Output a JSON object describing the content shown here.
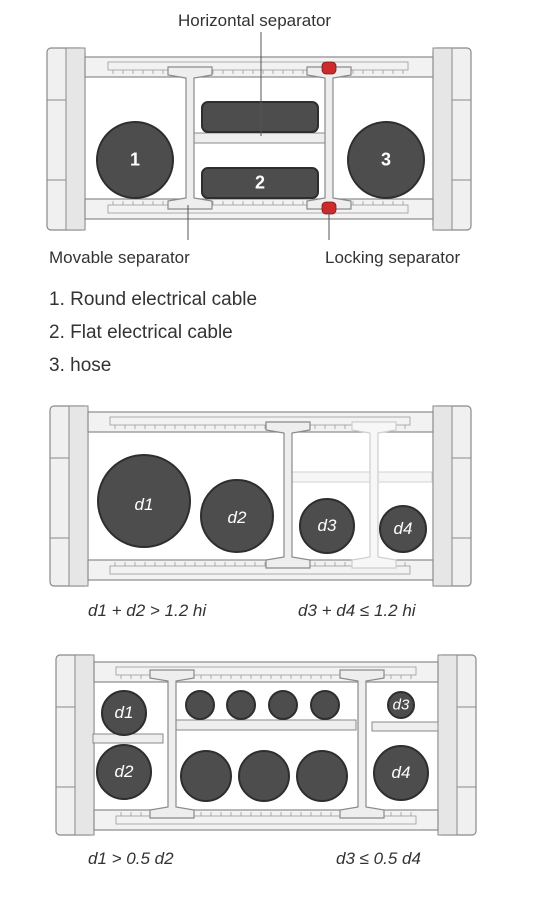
{
  "labels": {
    "horizontal_separator": "Horizontal separator",
    "movable_separator": "Movable separator",
    "locking_separator": "Locking separator"
  },
  "legend": [
    "1. Round electrical cable",
    "2. Flat electrical cable",
    "3. hose"
  ],
  "diagram1": {
    "cable1": "1",
    "cable2": "2",
    "cable3": "3"
  },
  "diagram2": {
    "c1": "d1",
    "c2": "d2",
    "c3": "d3",
    "c4": "d4",
    "formula_left": "d1 + d2 > 1.2 hi",
    "formula_right": "d3 + d4 ≤ 1.2 hi"
  },
  "diagram3": {
    "c1": "d1",
    "c2": "d2",
    "c3": "d3",
    "c4": "d4",
    "formula_left": "d1 > 0.5 d2",
    "formula_right": "d3 ≤ 0.5 d4"
  },
  "colors": {
    "frame_fill": "#f0f0f0",
    "frame_stroke": "#8a8a8a",
    "cable": "#4d4d4d",
    "locking_accent": "#cc2b2b"
  }
}
